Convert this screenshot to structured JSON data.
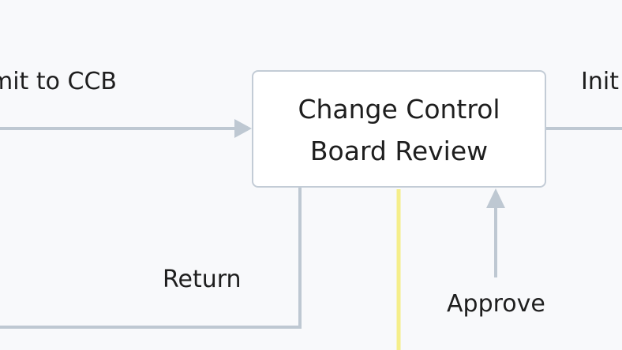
{
  "colors": {
    "background": "#f8f9fb",
    "edge": "#bec8d2",
    "node_border": "#c3ccd6",
    "node_fill": "#ffffff",
    "highlight_edge": "#f5ee8a",
    "text": "#1e1e1e"
  },
  "node": {
    "line1": "Change Control",
    "line2": "Board Review"
  },
  "edges": {
    "submit_label": "mit to CCB",
    "initiate_label": "Init",
    "return_label": "Return",
    "approve_label": "Approve"
  }
}
